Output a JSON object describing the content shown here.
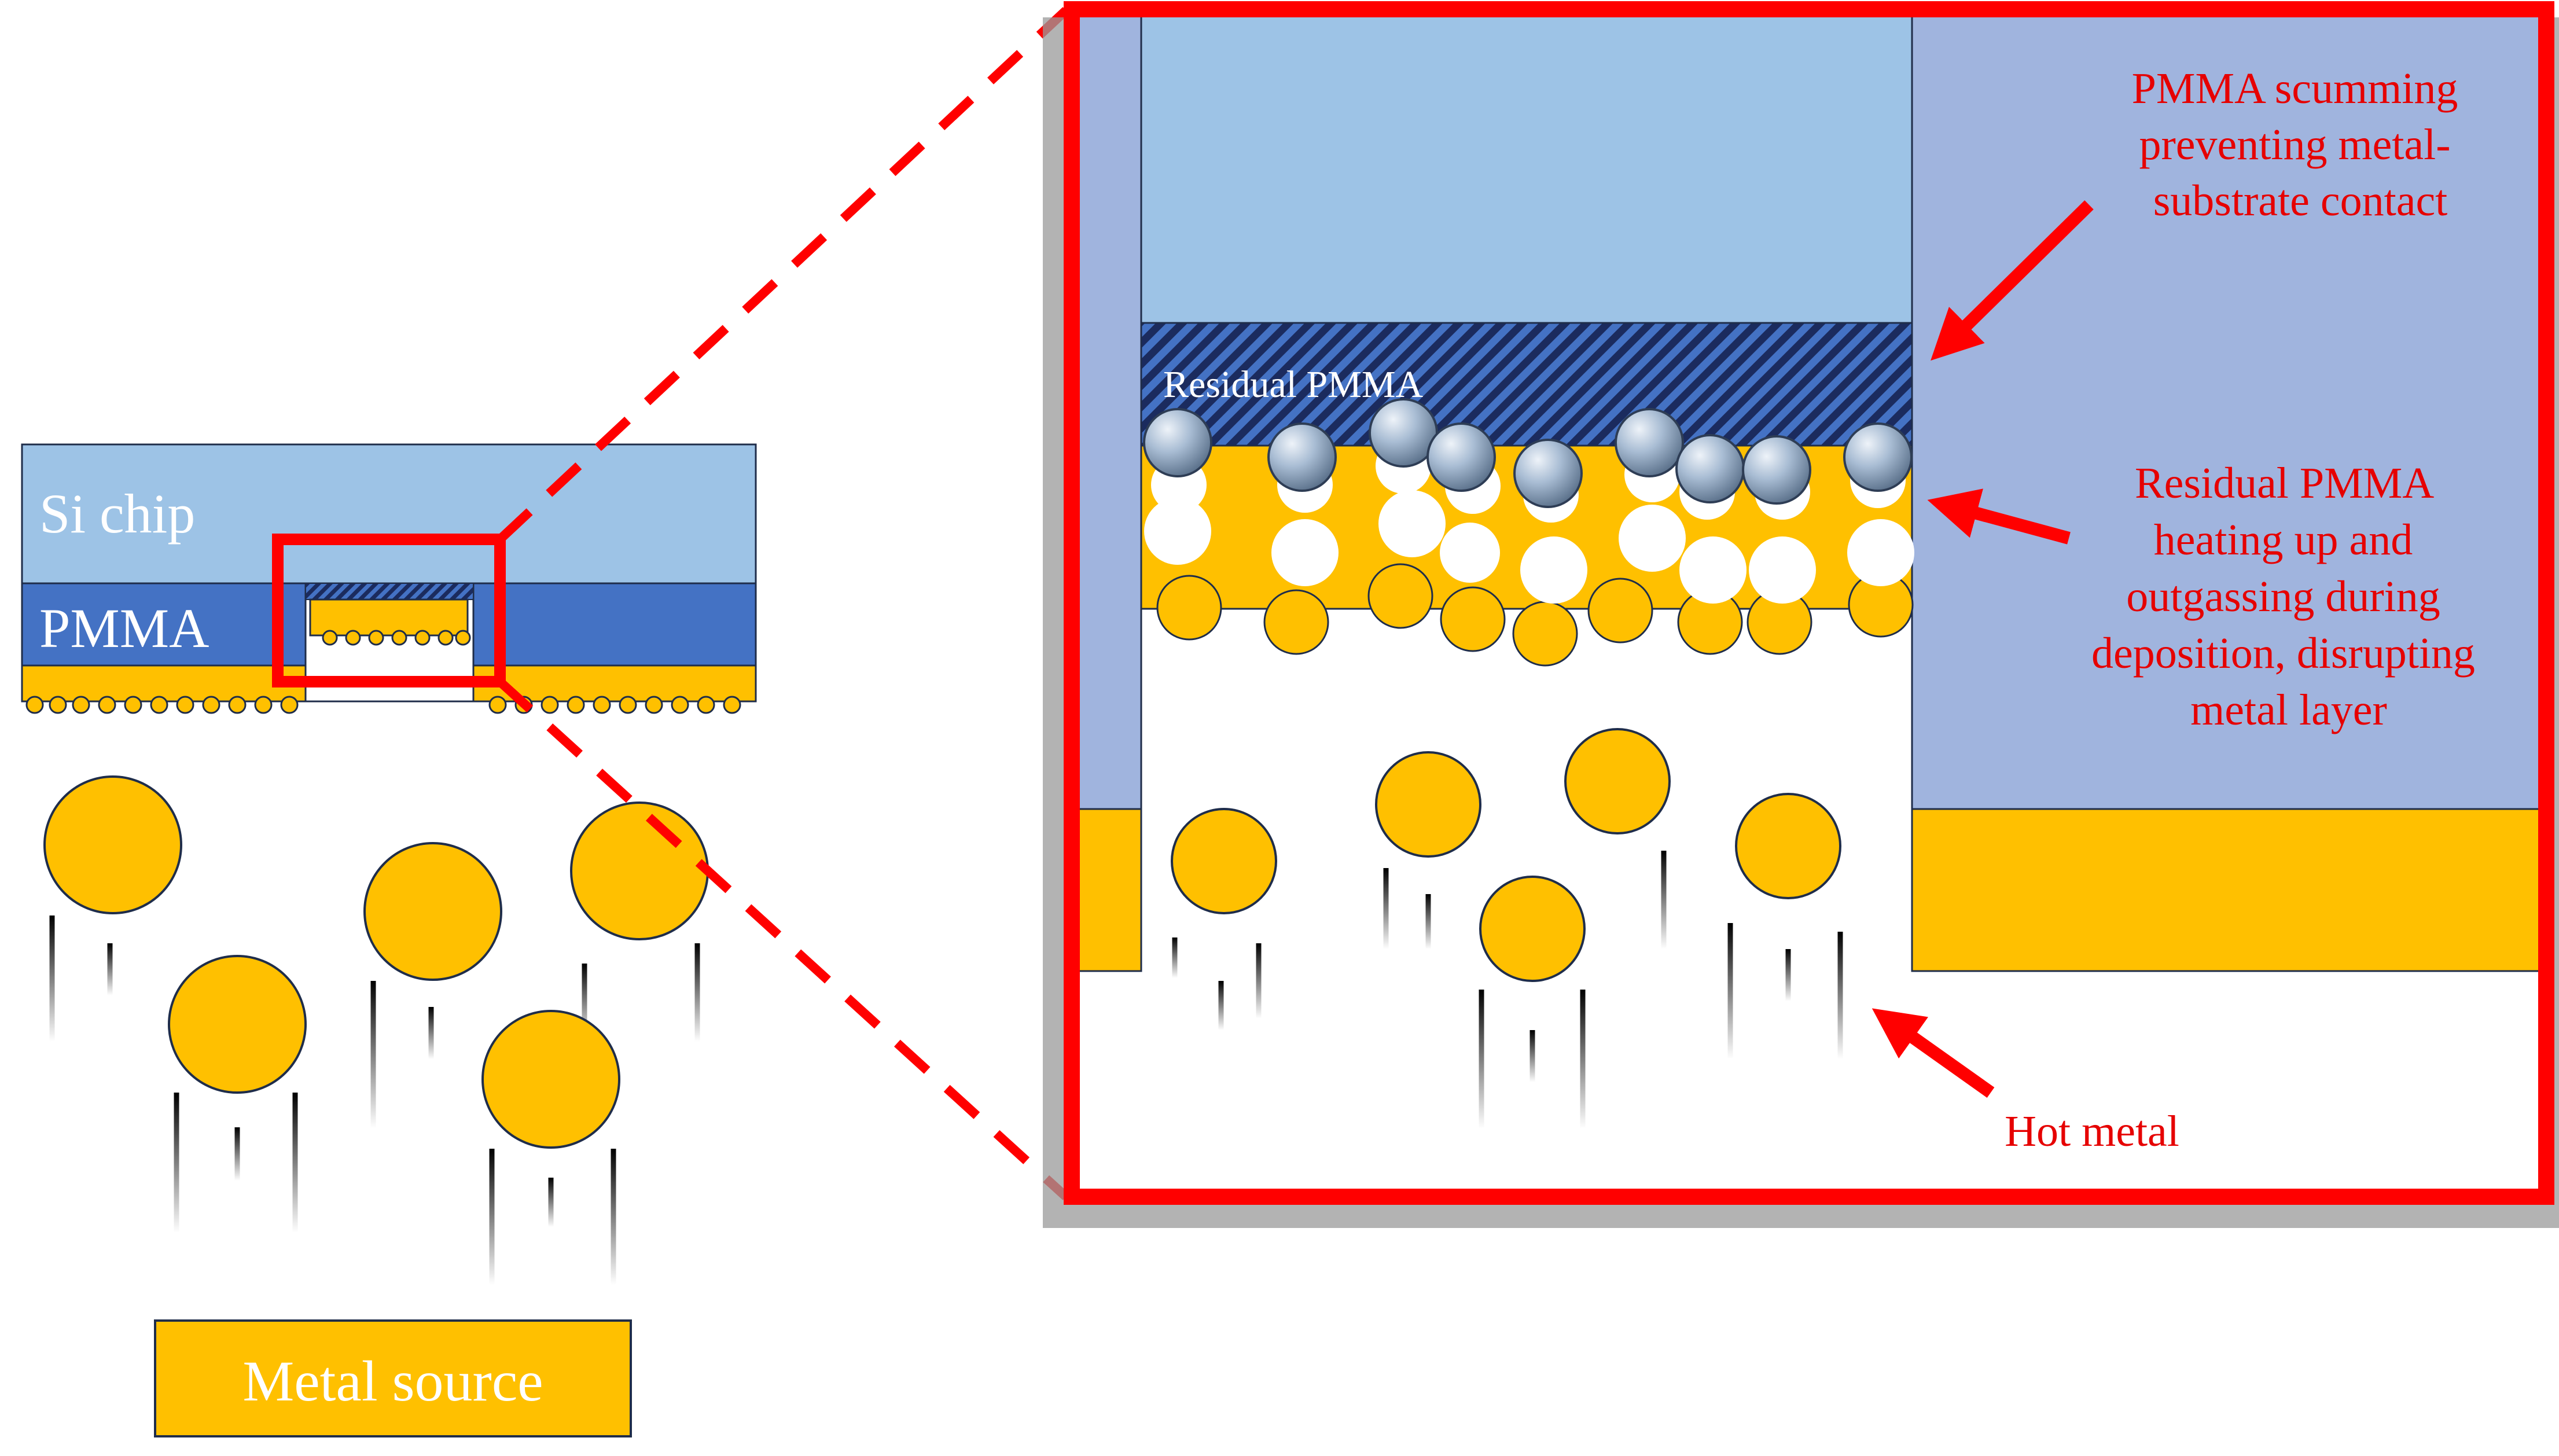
{
  "left_panel": {
    "chip_label": "Si chip",
    "pmma_label": "PMMA",
    "source_label": "Metal source"
  },
  "zoom_panel": {
    "residual_label": "Residual PMMA",
    "annotation_scumming": [
      "PMMA scumming",
      "preventing metal-",
      "substrate contact"
    ],
    "annotation_outgassing": [
      "Residual PMMA",
      "heating up and",
      "outgassing during",
      "deposition, disrupting",
      "metal layer"
    ],
    "annotation_hot_metal": "Hot metal"
  },
  "colors": {
    "si_chip": "#9dc3e6",
    "pmma": "#4472c4",
    "pmma_light": "#a0b4de",
    "metal": "#ffc000",
    "callout_red": "#ff0000",
    "annotation_red": "#e60000",
    "outline": "#1f2d4a",
    "bubble": "#8ea9c8"
  }
}
